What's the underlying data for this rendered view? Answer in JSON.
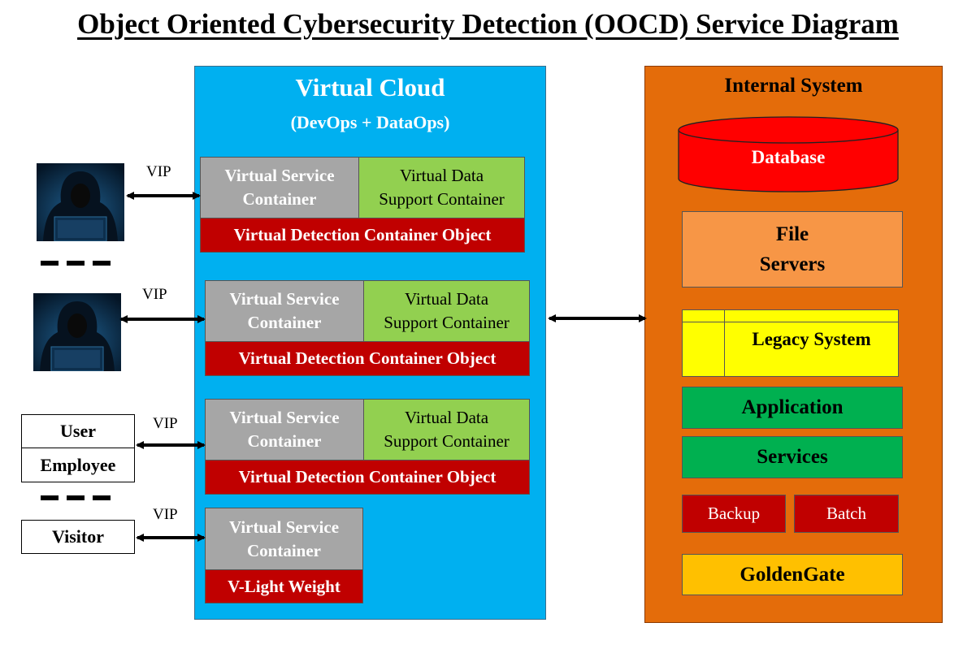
{
  "title": "Object Oriented Cybersecurity Detection (OOCD) Service Diagram",
  "virtual_cloud": {
    "title": "Virtual Cloud",
    "subtitle": "(DevOps + DataOps)",
    "objects": [
      {
        "service_line1": "Virtual Service",
        "service_line2": "Container",
        "data_line1": "Virtual Data",
        "data_line2": "Support Container",
        "detection": "Virtual Detection Container Object"
      },
      {
        "service_line1": "Virtual Service",
        "service_line2": "Container",
        "data_line1": "Virtual Data",
        "data_line2": "Support Container",
        "detection": "Virtual Detection Container Object"
      },
      {
        "service_line1": "Virtual Service",
        "service_line2": "Container",
        "data_line1": "Virtual Data",
        "data_line2": "Support Container",
        "detection": "Virtual Detection Container Object"
      }
    ],
    "light": {
      "service_line1": "Virtual Service",
      "service_line2": "Container",
      "label": "V-Light Weight"
    }
  },
  "clients": {
    "vip_labels": [
      "VIP",
      "VIP",
      "VIP",
      "VIP"
    ],
    "user": "User",
    "employee": "Employee",
    "visitor": "Visitor"
  },
  "internal_system": {
    "title": "Internal System",
    "database": "Database",
    "file_servers_line1": "File",
    "file_servers_line2": "Servers",
    "legacy": "Legacy System",
    "application": "Application",
    "services": "Services",
    "backup": "Backup",
    "batch": "Batch",
    "goldengate": "GoldenGate"
  },
  "colors": {
    "cloud": "#00b0f0",
    "internal": "#e46c0a",
    "service_container": "#a6a6a6",
    "data_container": "#92d050",
    "detection": "#c00000",
    "database": "#ff0000"
  }
}
